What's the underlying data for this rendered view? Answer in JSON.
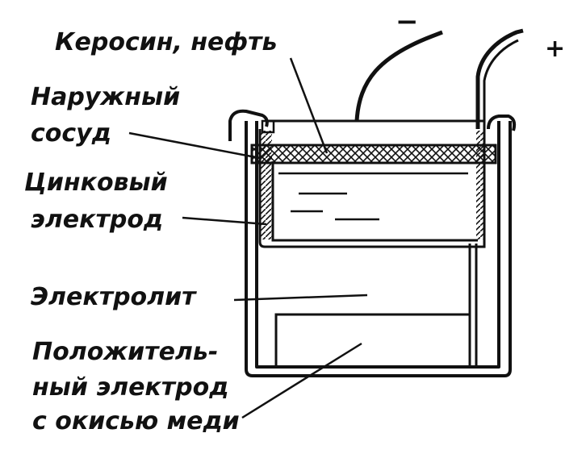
{
  "labels": {
    "kerosene": "Керосин, нефть",
    "outer_vessel_1": "Наружный",
    "outer_vessel_2": "сосуд",
    "zinc_1": "Цинковый",
    "zinc_2": "электрод",
    "electrolyte": "Электролит",
    "positive_1": "Положитель-",
    "positive_2": "ный электрод",
    "positive_3": "с окисью меди"
  },
  "polarity": {
    "negative": "−",
    "positive": "+"
  },
  "colors": {
    "ink": "#111111",
    "background": "#ffffff"
  }
}
